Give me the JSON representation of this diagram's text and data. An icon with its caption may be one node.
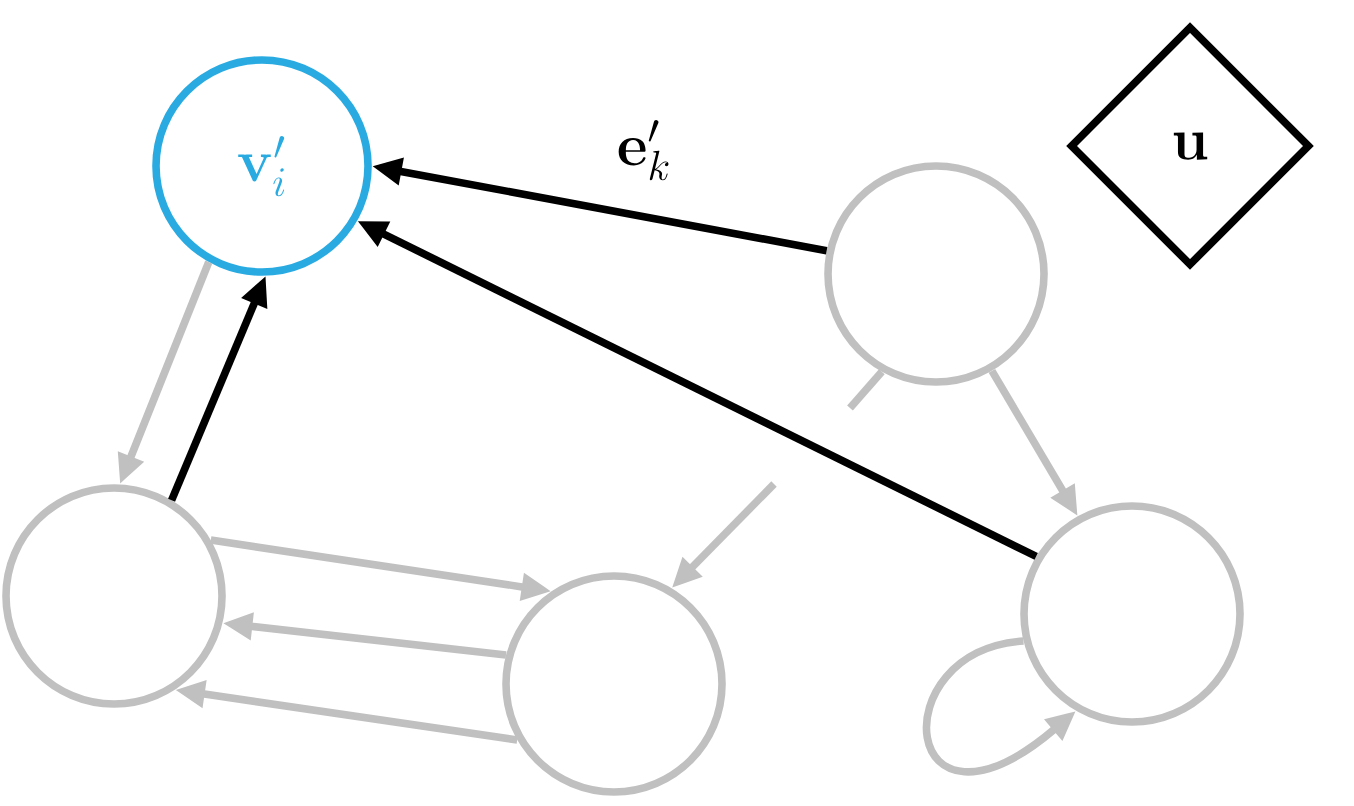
{
  "diagram": {
    "nodes": [
      {
        "text": [
          "\\mathbf{v}'_i"
        ]
      },
      {
        "text": [],
        "shape": "circle"
      },
      {
        "text": [],
        "shape": "circle"
      },
      {
        "text": [],
        "shape": "circle"
      },
      {
        "text": [],
        "shape": "circle"
      },
      {
        "text": [
          "\\mathbf{u}"
        ]
      }
    ],
    "edges": [
      {
        "from": 1,
        "to": 0,
        "arrow": "to",
        "label": "\\mathbf{e}'_k",
        "color": "#000000"
      },
      {
        "from": 4,
        "to": 0,
        "arrow": "to",
        "color": "#000000"
      },
      {
        "from": 2,
        "to": 0,
        "arrow": "to",
        "color": "#000000"
      },
      {
        "from": 0,
        "to": 2,
        "arrow": "to"
      },
      {
        "from": 2,
        "to": 3,
        "arrow": "to"
      },
      {
        "from": 3,
        "to": 2,
        "arrow": "to"
      },
      {
        "from": 3,
        "to": 2,
        "arrow": "to"
      },
      {
        "from": 1,
        "to": 4,
        "arrow": "to"
      },
      {
        "from": 4,
        "to": 4,
        "arrow": "to"
      },
      {
        "from": null,
        "to": 3,
        "arrow": "to"
      },
      {
        "from": 1,
        "to": null,
        "arrow": "none"
      }
    ]
  }
}
